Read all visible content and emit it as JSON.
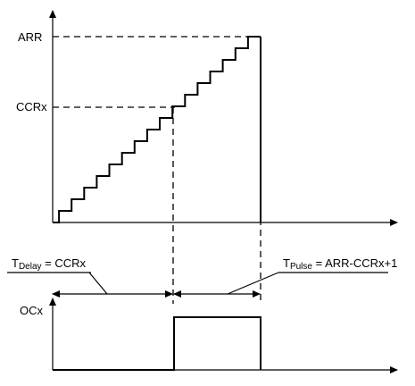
{
  "labels": {
    "arr": "ARR",
    "ccrx": "CCRx",
    "ocx": "OCx",
    "tdelay_sub": "Delay",
    "tdelay_rhs": " = CCRx",
    "tpulse_sub": "Pulse",
    "tpulse_rhs": " = ARR-CCRx+1",
    "t": "T"
  },
  "counter": {
    "levels": 16,
    "compare_level": 8
  }
}
